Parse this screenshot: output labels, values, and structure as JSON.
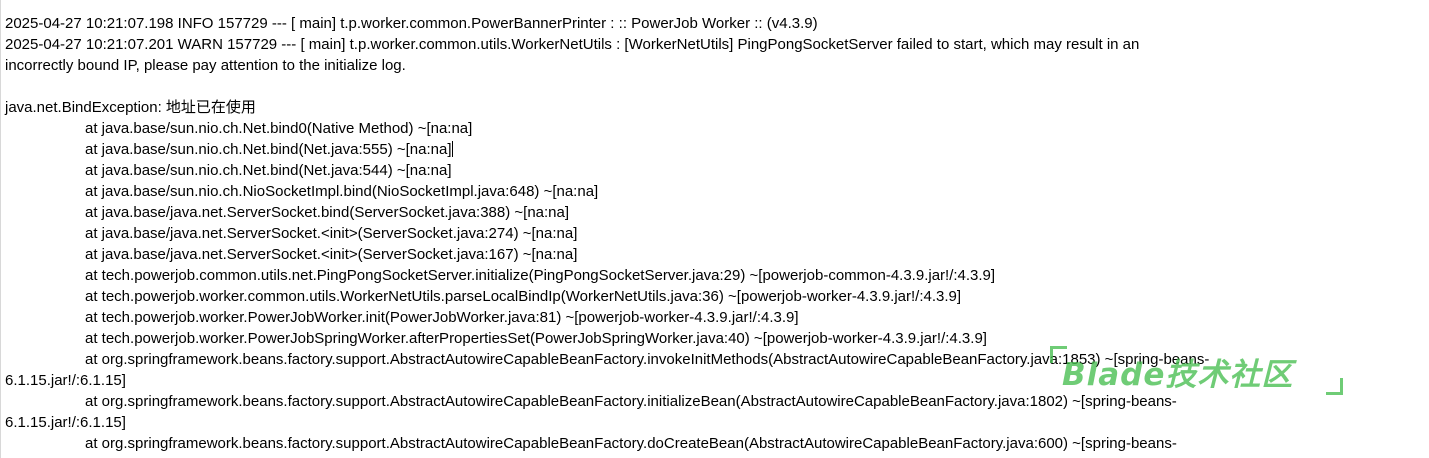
{
  "log": {
    "line1": "2025-04-27 10:21:07.198  INFO 157729 --- [           main] t.p.worker.common.PowerBannerPrinter      : :: PowerJob Worker ::  (v4.3.9)",
    "line2": "2025-04-27 10:21:07.201  WARN 157729 --- [           main] t.p.worker.common.utils.WorkerNetUtils   : [WorkerNetUtils] PingPongSocketServer failed to start, which may result in an",
    "line3": "incorrectly bound IP, please pay attention to the initialize log.",
    "exception": "java.net.BindException: 地址已在使用",
    "stack": [
      "at java.base/sun.nio.ch.Net.bind0(Native Method) ~[na:na]",
      "at java.base/sun.nio.ch.Net.bind(Net.java:555) ~[na:na]",
      "at java.base/sun.nio.ch.Net.bind(Net.java:544) ~[na:na]",
      "at java.base/sun.nio.ch.NioSocketImpl.bind(NioSocketImpl.java:648) ~[na:na]",
      "at java.base/java.net.ServerSocket.bind(ServerSocket.java:388) ~[na:na]",
      "at java.base/java.net.ServerSocket.<init>(ServerSocket.java:274) ~[na:na]",
      "at java.base/java.net.ServerSocket.<init>(ServerSocket.java:167) ~[na:na]",
      "at tech.powerjob.common.utils.net.PingPongSocketServer.initialize(PingPongSocketServer.java:29) ~[powerjob-common-4.3.9.jar!/:4.3.9]",
      "at tech.powerjob.worker.common.utils.WorkerNetUtils.parseLocalBindIp(WorkerNetUtils.java:36) ~[powerjob-worker-4.3.9.jar!/:4.3.9]",
      "at tech.powerjob.worker.PowerJobWorker.init(PowerJobWorker.java:81) ~[powerjob-worker-4.3.9.jar!/:4.3.9]",
      "at tech.powerjob.worker.PowerJobSpringWorker.afterPropertiesSet(PowerJobSpringWorker.java:40) ~[powerjob-worker-4.3.9.jar!/:4.3.9]",
      "at org.springframework.beans.factory.support.AbstractAutowireCapableBeanFactory.invokeInitMethods(AbstractAutowireCapableBeanFactory.java:1853) ~[spring-beans-",
      "6.1.15.jar!/:6.1.15]",
      "at org.springframework.beans.factory.support.AbstractAutowireCapableBeanFactory.initializeBean(AbstractAutowireCapableBeanFactory.java:1802) ~[spring-beans-",
      "6.1.15.jar!/:6.1.15]",
      "at org.springframework.beans.factory.support.AbstractAutowireCapableBeanFactory.doCreateBean(AbstractAutowireCapableBeanFactory.java:600) ~[spring-beans-"
    ]
  },
  "watermark": {
    "text": "Blade技术社区",
    "color": "#46be50"
  }
}
